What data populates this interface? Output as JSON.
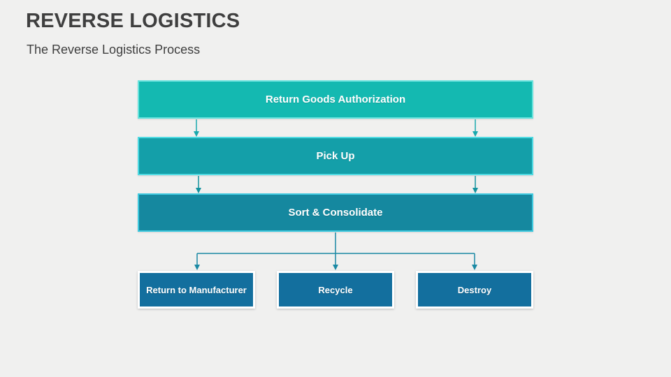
{
  "slide": {
    "title": "REVERSE LOGISTICS",
    "subtitle": "The Reverse Logistics Process",
    "background": "#f0f0ef",
    "text_color": "#3f3f3f"
  },
  "diagram": {
    "levels": [
      {
        "label": "Return Goods Authorization",
        "fill": "#14b9b1",
        "border": "#68e3dd"
      },
      {
        "label": "Pick Up",
        "fill": "#149fa9",
        "border": "#4fdae2"
      },
      {
        "label": "Sort & Consolidate",
        "fill": "#15889f",
        "border": "#3fcadf"
      }
    ],
    "outcomes": [
      {
        "label": "Return to Manufacturer"
      },
      {
        "label": "Recycle"
      },
      {
        "label": "Destroy"
      }
    ],
    "outcome_fill": "#136f9e",
    "outcome_border": "#ffffff",
    "connector_colors": {
      "level1": "#18a9ad",
      "level2": "#13929e",
      "level3": "#1a89a4"
    }
  }
}
